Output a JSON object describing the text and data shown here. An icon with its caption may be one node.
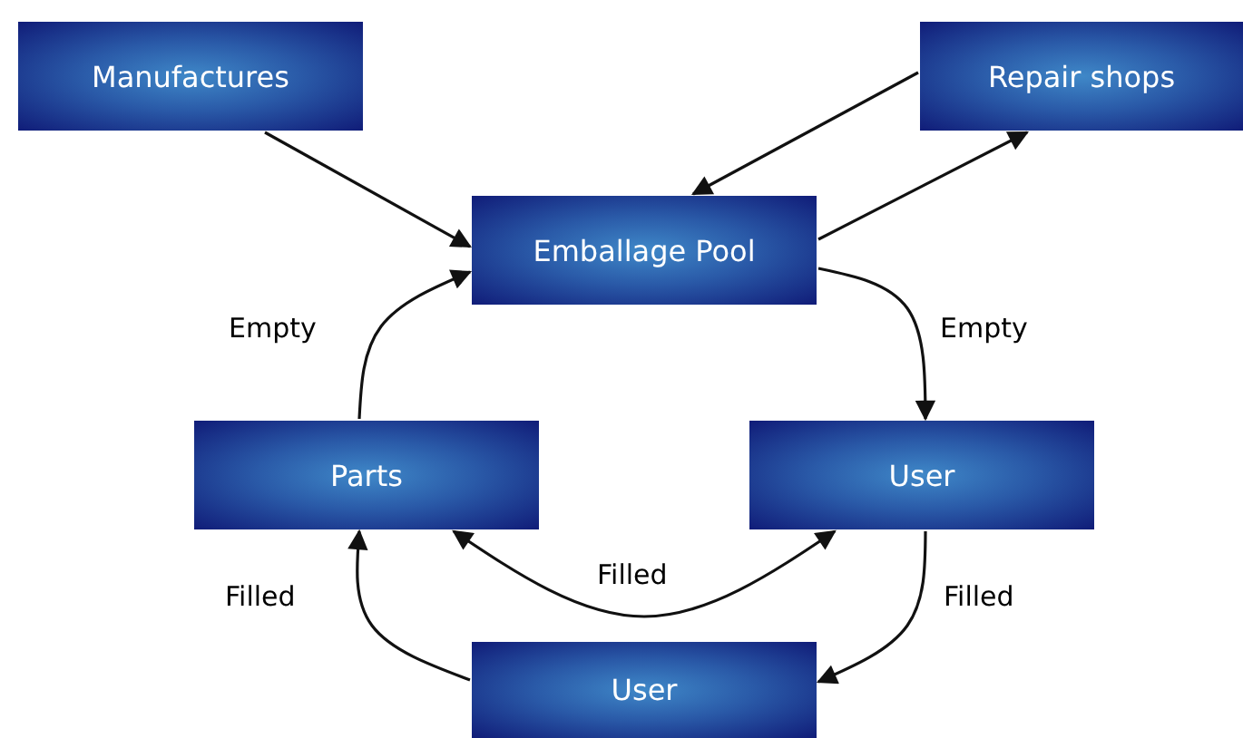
{
  "diagram": {
    "nodes": [
      {
        "text": [
          "Manufactures"
        ]
      },
      {
        "text": [
          "Repair shops"
        ]
      },
      {
        "text": [
          "Emballage Pool"
        ]
      },
      {
        "text": [
          "Parts"
        ]
      },
      {
        "text": [
          "User"
        ]
      },
      {
        "text": [
          "User"
        ]
      }
    ],
    "edges": [
      {
        "from": 0,
        "to": 2,
        "arrow": "to"
      },
      {
        "from": 1,
        "to": 2,
        "arrow": "to"
      },
      {
        "from": 2,
        "to": 1,
        "arrow": "to"
      },
      {
        "from": 3,
        "to": 2,
        "arrow": "to",
        "label": "Empty"
      },
      {
        "from": 2,
        "to": 4,
        "arrow": "to",
        "label": "Empty"
      },
      {
        "from": 3,
        "to": 4,
        "arrow": "both",
        "label": "Filled"
      },
      {
        "from": 4,
        "to": 5,
        "arrow": "to",
        "label": "Filled"
      },
      {
        "from": 5,
        "to": 3,
        "arrow": "to",
        "label": "Filled"
      }
    ]
  }
}
